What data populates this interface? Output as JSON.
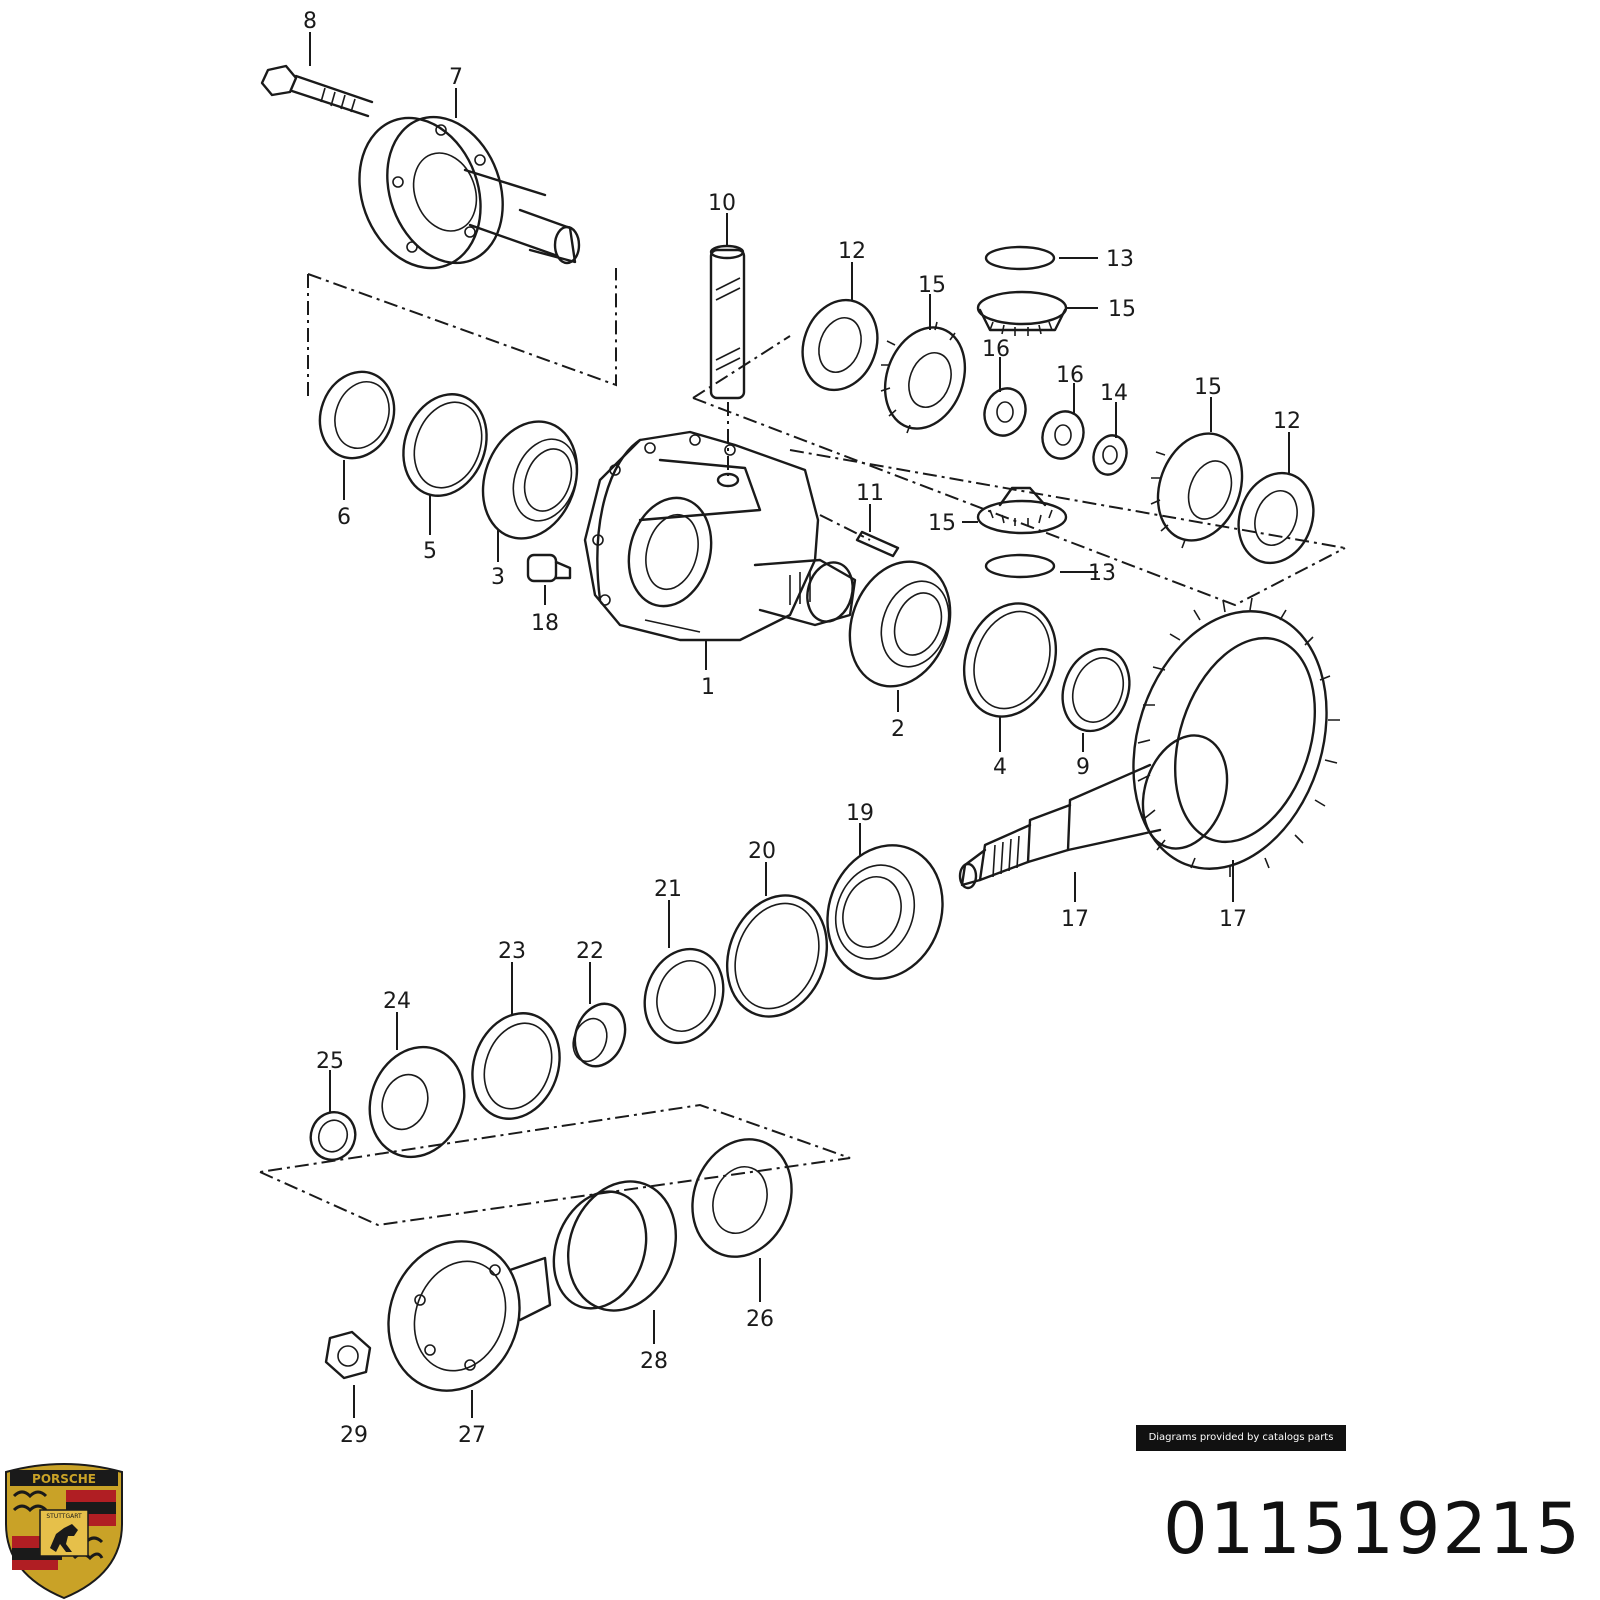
{
  "diagram": {
    "callouts": {
      "c1": "1",
      "c2": "2",
      "c3": "3",
      "c4": "4",
      "c5": "5",
      "c6": "6",
      "c7": "7",
      "c8": "8",
      "c9": "9",
      "c10": "10",
      "c11": "11",
      "c12a": "12",
      "c12b": "12",
      "c13a": "13",
      "c13b": "13",
      "c14": "14",
      "c15a": "15",
      "c15b": "15",
      "c15c": "15",
      "c15d": "15",
      "c16a": "16",
      "c16b": "16",
      "c17a": "17",
      "c17b": "17",
      "c18": "18",
      "c19": "19",
      "c20": "20",
      "c21": "21",
      "c22": "22",
      "c23": "23",
      "c24": "24",
      "c25": "25",
      "c26": "26",
      "c27": "27",
      "c28": "28",
      "c29": "29"
    }
  },
  "footer": {
    "credit": "Diagrams provided by catalogs parts",
    "part_number": "011519215",
    "logo_text": "PORSCHE",
    "logo_subtext": "STUTTGART"
  }
}
